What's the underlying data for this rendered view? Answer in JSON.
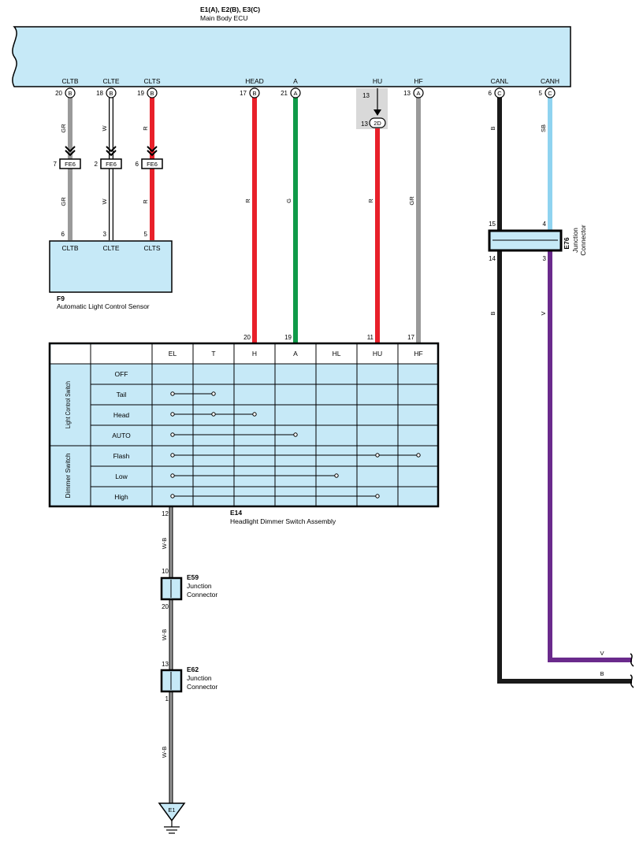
{
  "ecu": {
    "connectors": "E1(A), E2(B), E3(C)",
    "name": "Main Body ECU",
    "terminals": [
      {
        "name": "CLTB",
        "pin": "20",
        "conn": "B"
      },
      {
        "name": "CLTE",
        "pin": "18",
        "conn": "B"
      },
      {
        "name": "CLTS",
        "pin": "19",
        "conn": "B"
      },
      {
        "name": "HEAD",
        "pin": "17",
        "conn": "B"
      },
      {
        "name": "A",
        "pin": "21",
        "conn": "A"
      },
      {
        "name": "HU",
        "pin": "",
        "conn": ""
      },
      {
        "name": "HF",
        "pin": "13",
        "conn": "A"
      },
      {
        "name": "CANL",
        "pin": "6",
        "conn": "C"
      },
      {
        "name": "CANH",
        "pin": "5",
        "conn": "C"
      }
    ],
    "hu_pin_top": "13",
    "hu_pin_bottom": "13",
    "hu_conn": "2D"
  },
  "wire_colors": {
    "GR": "#9a9a9a",
    "W": "#ffffff",
    "R": "#e8202a",
    "G": "#0f9a48",
    "B": "#1a1a1a",
    "SB": "#8fd3f0",
    "V": "#6a2a8c",
    "body_fill": "#c6e9f7"
  },
  "wire_labels": {
    "cltb_upper": "GR",
    "clte_upper": "W",
    "clts_upper": "R",
    "cltb_lower": "GR",
    "clte_lower": "W",
    "clts_lower": "R",
    "head": "R",
    "a": "G",
    "hu": "R",
    "hf": "GR",
    "canl_upper": "B",
    "canh_upper": "SB",
    "canl_lower": "B",
    "canh_lower": "V",
    "gnd1": "W-B",
    "gnd2": "W-B",
    "gnd3": "W-B",
    "bus_v": "V",
    "bus_b": "B"
  },
  "fe6": {
    "label": "FE6",
    "pins": [
      "7",
      "2",
      "6"
    ]
  },
  "f9": {
    "id": "F9",
    "name": "Automatic Light Control Sensor",
    "pins": [
      "6",
      "3",
      "5"
    ],
    "terms": [
      "CLTB",
      "CLTE",
      "CLTS"
    ]
  },
  "e14": {
    "id": "E14",
    "name": "Headlight Dimmer Switch Assembly",
    "top_pins": [
      "20",
      "19",
      "11",
      "17"
    ],
    "gnd_pin": "12",
    "columns": [
      "EL",
      "T",
      "H",
      "A",
      "HL",
      "HU",
      "HF"
    ],
    "group1": "Light Control Switch",
    "group2": "Dimmer Switch",
    "rows": [
      "OFF",
      "Tail",
      "Head",
      "AUTO",
      "Flash",
      "Low",
      "High"
    ]
  },
  "e59": {
    "id": "E59",
    "name1": "Junction",
    "name2": "Connector",
    "pin_top": "10",
    "pin_bottom": "20"
  },
  "e62": {
    "id": "E62",
    "name1": "Junction",
    "name2": "Connector",
    "pin_top": "13",
    "pin_bottom": "1"
  },
  "e76": {
    "id": "E76",
    "name1": "Junction",
    "name2": "Connector",
    "pins": [
      "15",
      "4",
      "14",
      "3"
    ]
  },
  "ground": {
    "label": "E1"
  }
}
